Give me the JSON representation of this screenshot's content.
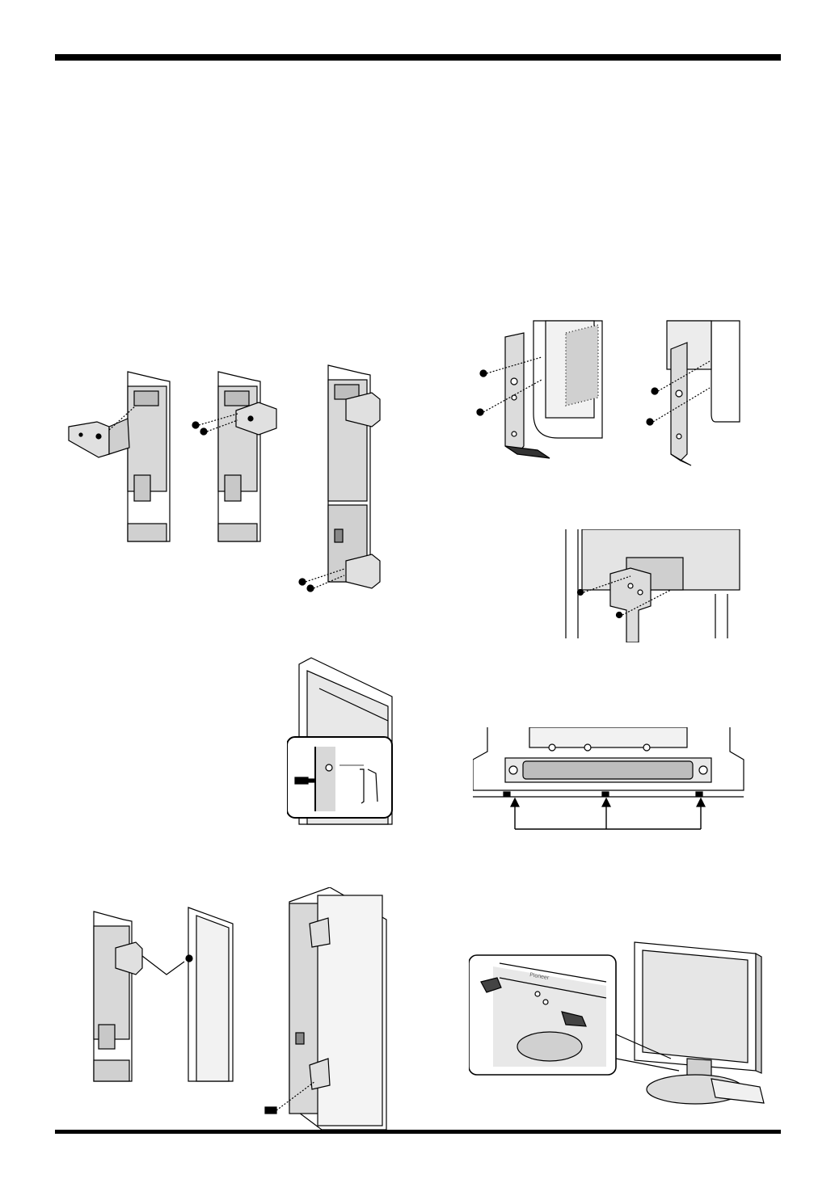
{
  "page": {
    "figures": [
      {
        "id": "speaker-bracket-attach",
        "icon": "speaker-bracket-illustration"
      },
      {
        "id": "display-bracket-side",
        "icon": "display-side-bracket-illustration"
      },
      {
        "id": "display-bracket-bottom",
        "icon": "display-bottom-bracket-illustration"
      },
      {
        "id": "display-screw-detail",
        "icon": "screw-gap-detail-illustration"
      },
      {
        "id": "bottom-screw-locations",
        "icon": "bottom-screw-arrows-illustration"
      },
      {
        "id": "speaker-to-display",
        "icon": "speaker-mount-illustration"
      },
      {
        "id": "display-stand-overview",
        "icon": "display-stand-illustration"
      }
    ],
    "brand_logo_text": "Pioneer"
  }
}
